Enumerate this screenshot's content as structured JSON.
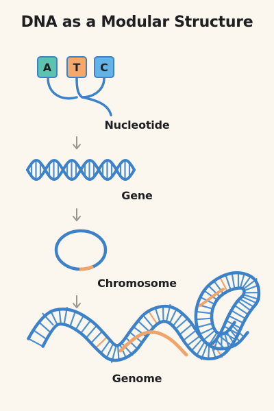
{
  "title": "DNA as a Modular Structure",
  "nucleotide": {
    "bases": [
      {
        "letter": "A",
        "color": "#5cc3b0"
      },
      {
        "letter": "T",
        "color": "#f4a96a"
      },
      {
        "letter": "C",
        "color": "#63b3e6"
      }
    ],
    "label": "Nucleotide"
  },
  "levels": [
    {
      "id": "gene",
      "label": "Gene"
    },
    {
      "id": "chromosome",
      "label": "Chromosome"
    },
    {
      "id": "genome",
      "label": "Genome"
    }
  ],
  "colors": {
    "strand": "#3d82c9",
    "rung": "#4a8fd1",
    "accent": "#f0a46a",
    "arrow": "#9a958a"
  }
}
